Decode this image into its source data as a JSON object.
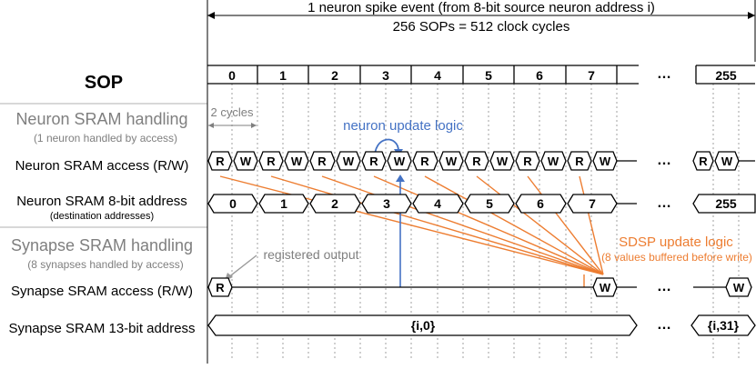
{
  "header": {
    "event_label": "1 neuron spike event (from 8-bit source neuron address i)",
    "cycles_label": "256 SOPs = 512 clock cycles"
  },
  "rows": {
    "sop": "SOP",
    "neuron_handling_title": "Neuron SRAM handling",
    "neuron_handling_sub": "(1 neuron handled by access)",
    "neuron_access": "Neuron SRAM access (R/W)",
    "neuron_addr": "Neuron SRAM 8-bit address",
    "neuron_addr_sub": "(destination addresses)",
    "synapse_handling_title": "Synapse SRAM handling",
    "synapse_handling_sub": "(8 synapses handled by access)",
    "synapse_access": "Synapse SRAM access (R/W)",
    "synapse_addr": "Synapse SRAM 13-bit address"
  },
  "sop_values": [
    "0",
    "1",
    "2",
    "3",
    "4",
    "5",
    "6",
    "7",
    "255"
  ],
  "neuron_ops": [
    "R",
    "W",
    "R",
    "W",
    "R",
    "W",
    "R",
    "W",
    "R",
    "W",
    "R",
    "W",
    "R",
    "W",
    "R",
    "W",
    "R",
    "W"
  ],
  "neuron_addr_values": [
    "0",
    "1",
    "2",
    "3",
    "4",
    "5",
    "6",
    "7",
    "255"
  ],
  "synapse_ops": [
    "R",
    "W",
    "W"
  ],
  "synapse_addr_values": [
    "{i,0}",
    "{i,31}"
  ],
  "ellipsis": "…",
  "annotations": {
    "two_cycles": "2 cycles",
    "neuron_update_logic": "neuron update logic",
    "registered_output": "registered output",
    "sdsp_update_logic": "SDSP update logic",
    "sdsp_sub": "(8 values buffered before write)"
  },
  "colors": {
    "neuron_update": "#4472c4",
    "sdsp_update": "#ed7d31",
    "gray_text": "#7f7f7f"
  }
}
